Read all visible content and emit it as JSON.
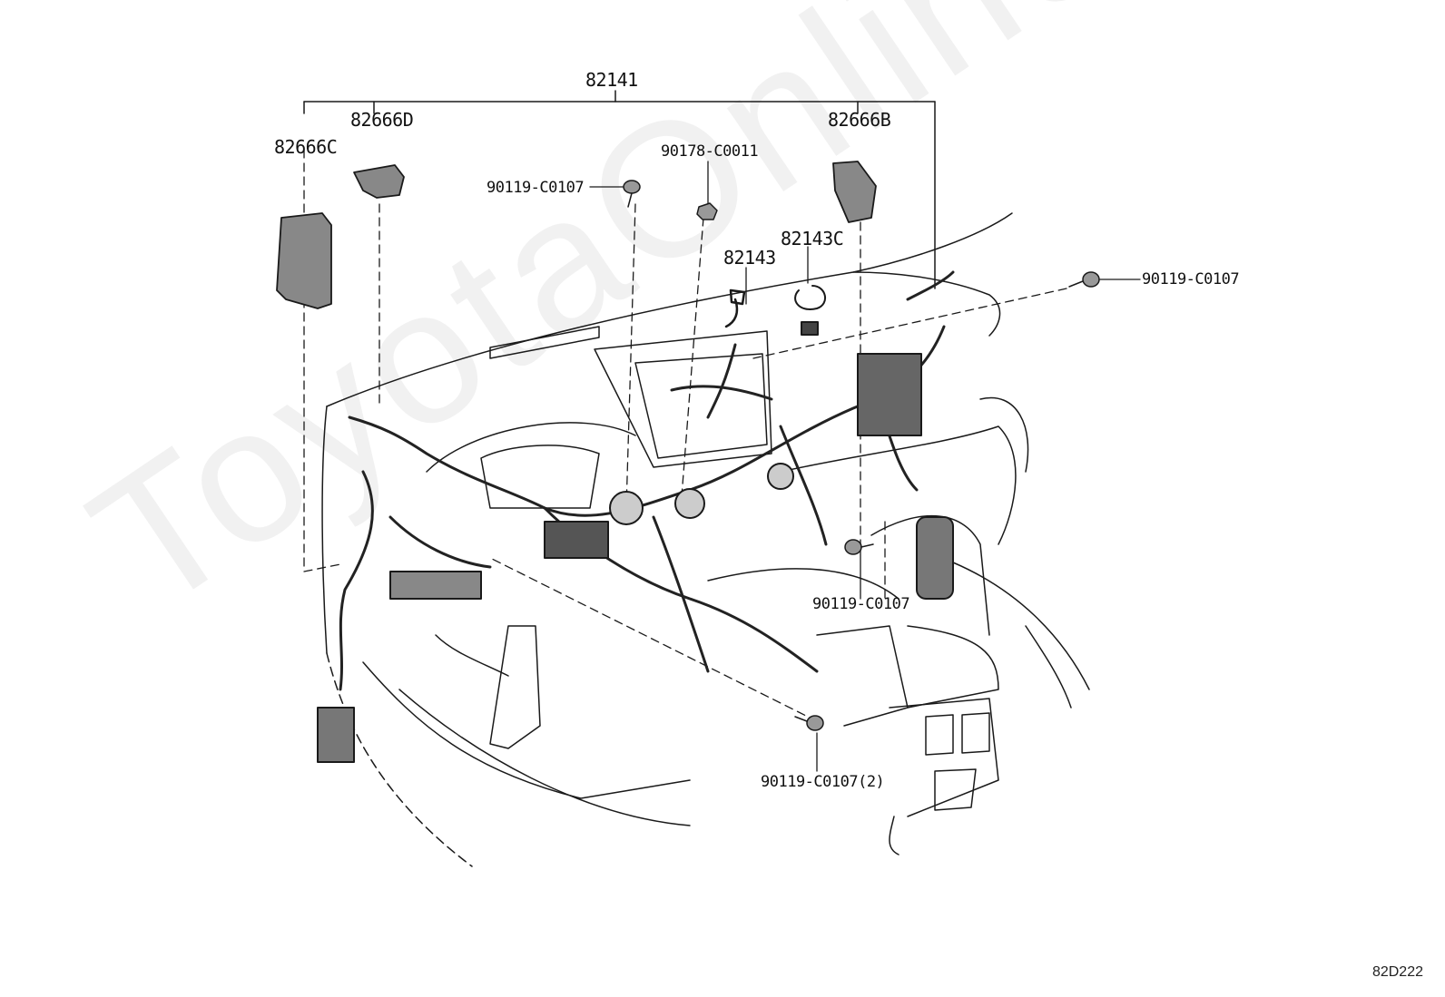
{
  "labels": {
    "l82141": "82141",
    "l82666D": "82666D",
    "l82666C": "82666C",
    "l82666B": "82666B",
    "l90178": "90178-C0011",
    "l90119_a": "90119-C0107",
    "l90119_b": "90119-C0107",
    "l90119_c": "90119-C0107",
    "l90119_d": "90119-C0107(2)",
    "l82143": "82143",
    "l82143C": "82143C"
  },
  "diagram_code": "82D222",
  "watermark": "ToyotaOnline.ru"
}
